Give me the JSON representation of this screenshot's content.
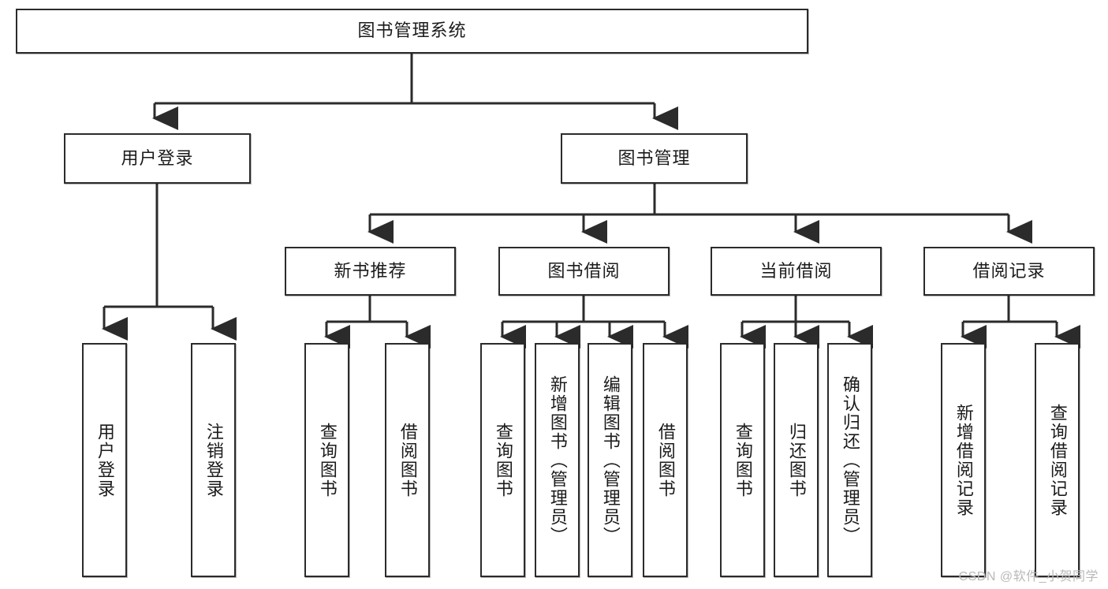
{
  "diagram": {
    "title": "图书管理系统",
    "type": "tree",
    "watermark": "CSDN @软件_小贺同学",
    "colors": {
      "box_border": "#2b2b2b",
      "box_fill": "#ffffff",
      "edge": "#2b2b2b",
      "text": "#1b1b1b",
      "watermark": "#b9b9b9"
    },
    "nodes": {
      "root": {
        "label": "图书管理系统",
        "level": 1,
        "orientation": "horizontal"
      },
      "l2": [
        {
          "id": "user-login",
          "label": "用户登录",
          "level": 2,
          "orientation": "horizontal"
        },
        {
          "id": "book-manage",
          "label": "图书管理",
          "level": 2,
          "orientation": "horizontal"
        }
      ],
      "l3": [
        {
          "id": "new-book-recommend",
          "label": "新书推荐",
          "level": 3,
          "orientation": "horizontal"
        },
        {
          "id": "book-borrow",
          "label": "图书借阅",
          "level": 3,
          "orientation": "horizontal"
        },
        {
          "id": "current-borrow",
          "label": "当前借阅",
          "level": 3,
          "orientation": "horizontal"
        },
        {
          "id": "borrow-record",
          "label": "借阅记录",
          "level": 3,
          "orientation": "horizontal"
        }
      ],
      "leaves": {
        "user_login": [
          {
            "id": "leaf-user-login",
            "label": "用户登录"
          },
          {
            "id": "leaf-user-logout",
            "label": "注销登录"
          }
        ],
        "new_book_recommend": [
          {
            "id": "leaf-query-book-1",
            "label": "查询图书"
          },
          {
            "id": "leaf-borrow-book-1",
            "label": "借阅图书"
          }
        ],
        "book_borrow": [
          {
            "id": "leaf-query-book-2",
            "label": "查询图书"
          },
          {
            "id": "leaf-add-book",
            "label": "新增图书（管理员）"
          },
          {
            "id": "leaf-edit-book",
            "label": "编辑图书（管理员）"
          },
          {
            "id": "leaf-borrow-book-2",
            "label": "借阅图书"
          }
        ],
        "current_borrow": [
          {
            "id": "leaf-query-book-3",
            "label": "查询图书"
          },
          {
            "id": "leaf-return-book",
            "label": "归还图书"
          },
          {
            "id": "leaf-confirm-return",
            "label": "确认归还（管理员）"
          }
        ],
        "borrow_record": [
          {
            "id": "leaf-add-record",
            "label": "新增借阅记录"
          },
          {
            "id": "leaf-query-record",
            "label": "查询借阅记录"
          }
        ]
      }
    }
  }
}
